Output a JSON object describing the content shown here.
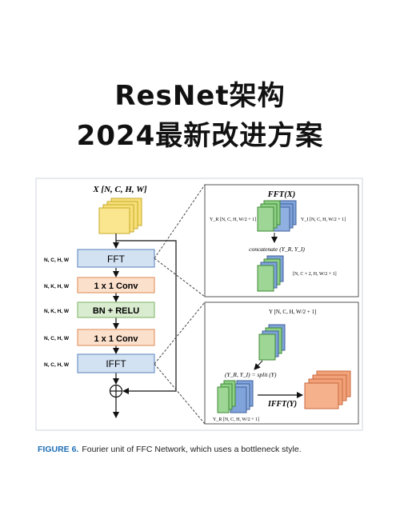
{
  "header": {
    "title_line1": "ResNet架构",
    "title_line2": "2024最新改进方案"
  },
  "diagram": {
    "input_label": "X [N, C, H, W]",
    "blocks": [
      {
        "label": "FFT",
        "dims": "N, C, H, W"
      },
      {
        "label": "1 x 1 Conv",
        "dims": "N, K, H, W"
      },
      {
        "label": "BN + RELU",
        "dims": "N, K, H, W"
      },
      {
        "label": "1 x 1 Conv",
        "dims": "N, C, H, W"
      },
      {
        "label": "IFFT",
        "dims": "N, C, H, W"
      }
    ],
    "fft_panel": {
      "title": "FFT(X)",
      "y_r": "Y_R [N, C, H, W/2 + 1]",
      "y_i": "Y_I [N, C, H, W/2 + 1]",
      "concat": "concatenate (Y_R, Y_I)",
      "concat_dims": "[N, C × 2, H, W/2 + 1]"
    },
    "ifft_panel": {
      "input_dims": "Y [N, C, H, W/2 + 1]",
      "split": "(Y_R, Y_I) = split (Y)",
      "op": "IFFT(Y)",
      "y_r": "Y_R [N, C, H, W/2 + 1]"
    }
  },
  "caption": {
    "label": "FIGURE 6.",
    "text": "Fourier unit of FFC Network, which uses a bottleneck style."
  },
  "colors": {
    "block_blue": "#d3e2f3",
    "block_orange": "#fbe0cc",
    "block_green": "#d9ecd0",
    "cube_yellow": "#f7e07a",
    "cube_green": "#8fcf86",
    "cube_blue": "#7fa3da",
    "cube_orange": "#f2a27a",
    "caption_blue": "#1f6fb5"
  }
}
